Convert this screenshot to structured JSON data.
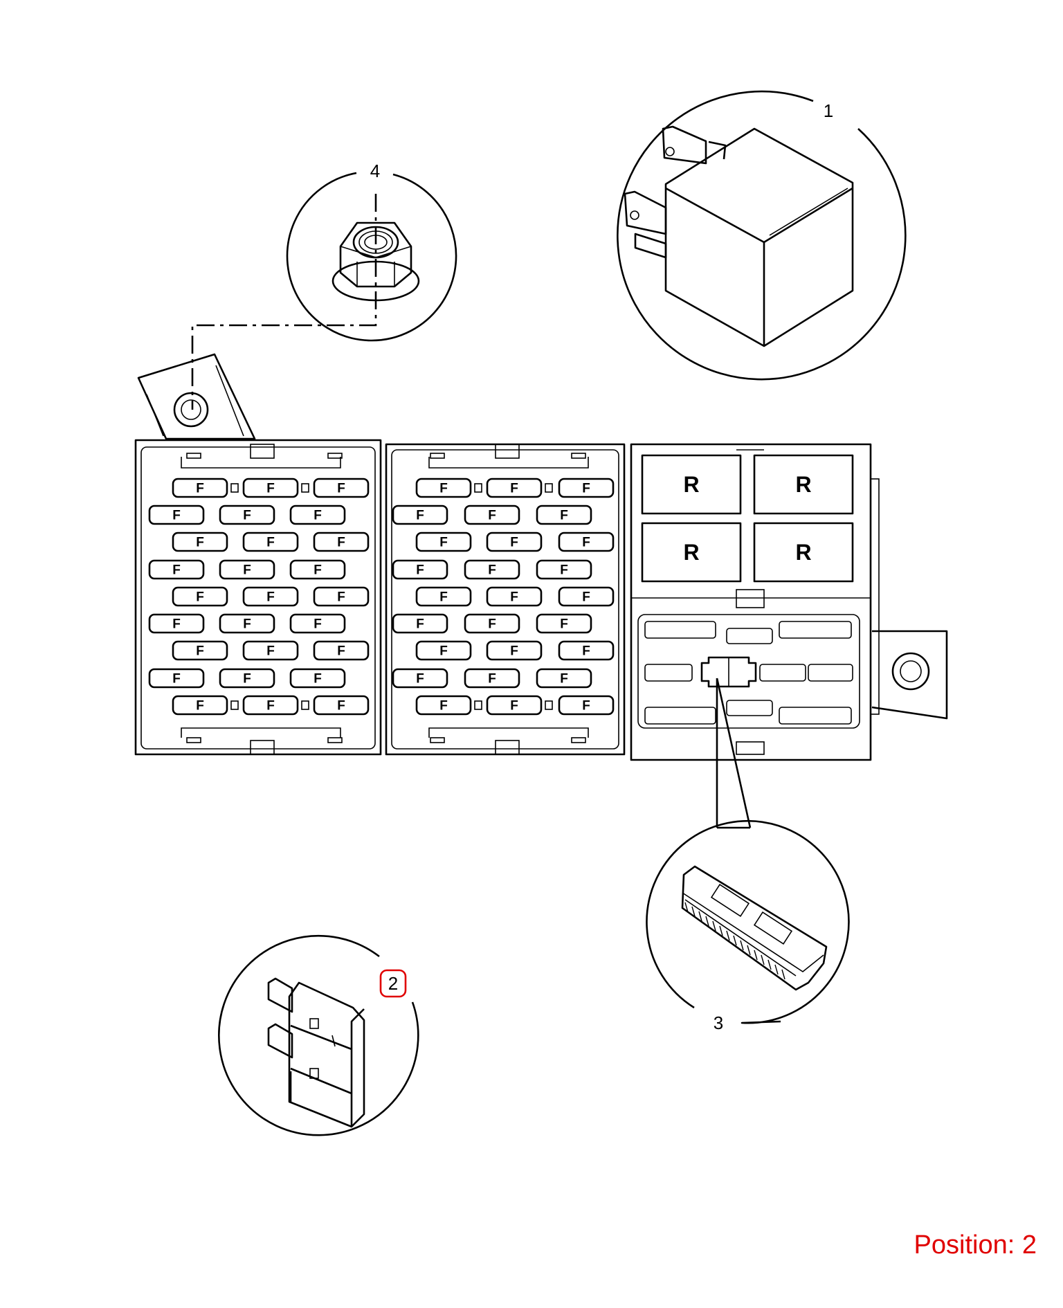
{
  "fuse_label": "F",
  "relay_label": "R",
  "callouts": {
    "relay": "1",
    "fuse": "2",
    "fuse_puller": "3",
    "nut": "4"
  },
  "highlighted_callout": "2",
  "position_label": "Position: 2",
  "highlight_color": "#e00000"
}
